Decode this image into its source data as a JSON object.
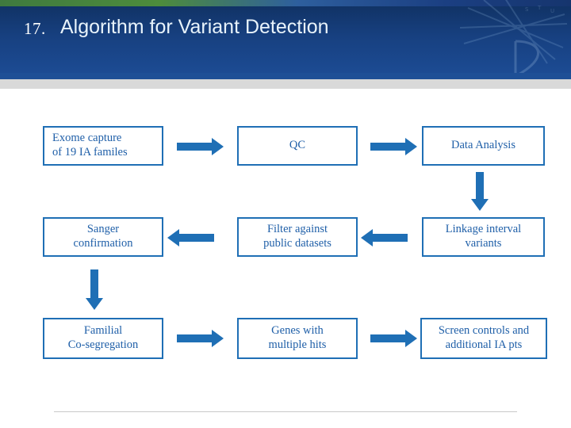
{
  "header": {
    "slide_number": "17.",
    "title": "Algorithm for Variant Detection",
    "bar_color": "#1b3f82",
    "accent_green": "#4d8c3c",
    "title_color": "#e8f3fb"
  },
  "diagram": {
    "type": "flowchart",
    "node_border_color": "#1f6fb5",
    "node_text_color": "#1f5fa8",
    "arrow_color": "#1f6fb5",
    "nodes": [
      {
        "id": "exome-capture",
        "label": "Exome capture\nof 19 IA familes"
      },
      {
        "id": "qc",
        "label": "QC"
      },
      {
        "id": "data-analysis",
        "label": "Data Analysis"
      },
      {
        "id": "sanger-confirmation",
        "label": "Sanger\nconfirmation"
      },
      {
        "id": "filter-public-datasets",
        "label": "Filter against\npublic datasets"
      },
      {
        "id": "linkage-interval-variants",
        "label": "Linkage interval\nvariants"
      },
      {
        "id": "familial-co-segregation",
        "label": "Familial\nCo-segregation"
      },
      {
        "id": "genes-multiple-hits",
        "label": "Genes with\nmultiple hits"
      },
      {
        "id": "screen-controls",
        "label": "Screen controls and\nadditional IA pts"
      }
    ],
    "arrows": [
      {
        "id": "exome-to-qc",
        "direction": "right"
      },
      {
        "id": "qc-to-data-analysis",
        "direction": "right"
      },
      {
        "id": "data-analysis-to-linkage",
        "direction": "down"
      },
      {
        "id": "linkage-to-filter",
        "direction": "left"
      },
      {
        "id": "filter-to-sanger",
        "direction": "left"
      },
      {
        "id": "sanger-to-familial",
        "direction": "down"
      },
      {
        "id": "familial-to-genes",
        "direction": "right"
      },
      {
        "id": "genes-to-screen",
        "direction": "right"
      }
    ]
  }
}
